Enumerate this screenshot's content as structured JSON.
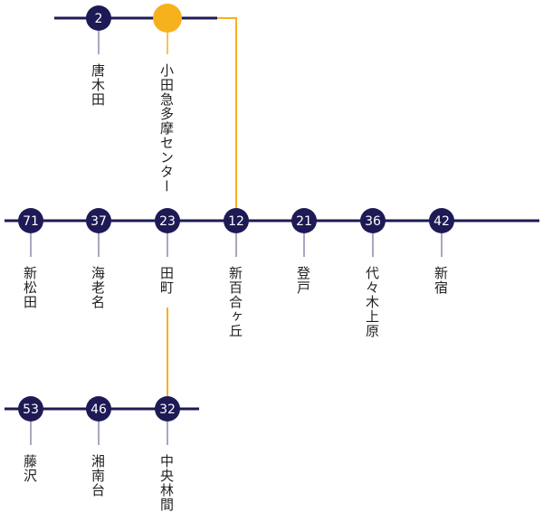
{
  "colors": {
    "line": "#1e1a55",
    "tick": "#8c8aa8",
    "transfer": "#f7b11c",
    "station": "#1e1a55",
    "highlight": "#f7b11c",
    "label": "#222222"
  },
  "rows": [
    {
      "id": "top",
      "stations": [
        {
          "number": "2",
          "name": "唐木田"
        },
        {
          "number": "",
          "name": "小田急多摩センター"
        }
      ]
    },
    {
      "id": "middle",
      "stations": [
        {
          "number": "71",
          "name": "新松田"
        },
        {
          "number": "37",
          "name": "海老名"
        },
        {
          "number": "23",
          "name": "田町"
        },
        {
          "number": "12",
          "name": "新百合ヶ丘"
        },
        {
          "number": "21",
          "name": "登戸"
        },
        {
          "number": "36",
          "name": "代々木上原"
        },
        {
          "number": "42",
          "name": "新宿"
        }
      ]
    },
    {
      "id": "bottom",
      "stations": [
        {
          "number": "53",
          "name": "藤沢"
        },
        {
          "number": "46",
          "name": "湘南台"
        },
        {
          "number": "32",
          "name": "中央林間"
        }
      ]
    }
  ]
}
